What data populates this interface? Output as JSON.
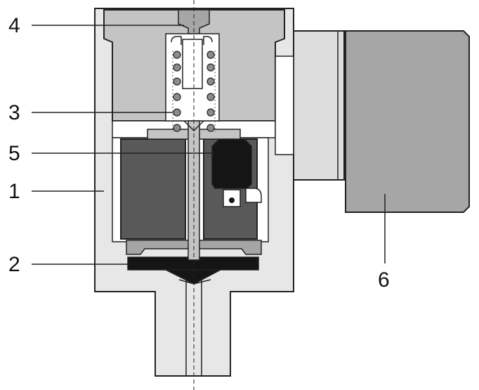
{
  "labels": {
    "l1": "1",
    "l2": "2",
    "l3": "3",
    "l4": "4",
    "l5": "5",
    "l6": "6"
  },
  "colors": {
    "housing": "#e7e7e7",
    "cavity_upper": "#c4c4c4",
    "coil": "#595959",
    "connector": "#a6a6a6",
    "black_part": "#151515",
    "line": "#222222"
  }
}
